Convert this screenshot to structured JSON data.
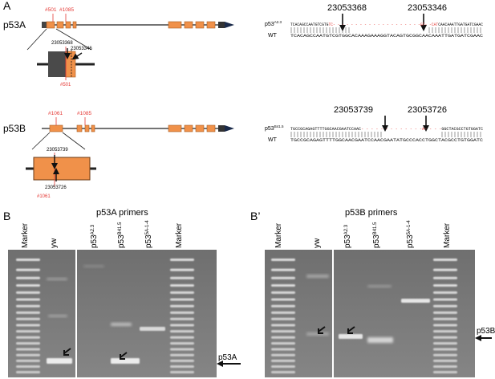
{
  "panel_labels": {
    "A": "A",
    "B": "B",
    "B_prime": "B’"
  },
  "colors": {
    "exon": "#f0914a",
    "accent_red": "#e53935",
    "gel_bg": "#7c7c7c",
    "band": "#f2f2f2",
    "intron": "#222222"
  },
  "gene_p53A": {
    "label": "p53A",
    "guides": [
      "#501",
      "#1085"
    ],
    "zoom_coords": [
      "23053368",
      "23053346"
    ],
    "zoom_guide": "#501"
  },
  "gene_p53B": {
    "label": "p53B",
    "guides": [
      "#1061",
      "#1085"
    ],
    "zoom_coords": [
      "23053739",
      "23053726"
    ],
    "zoom_guide": "#1061"
  },
  "align_A": {
    "coord_left": "23053368",
    "coord_right": "23053346",
    "mut_prefix": "p53",
    "mut_sup": "A2.3",
    "mut_seq_1": "TCACAGCCAATGTCGTG",
    "mut_red_1": "TC",
    "mut_dash_1": "- - - - - - - - - - - - - - - - - - - -",
    "mut_red_2": "GT",
    "mut_dash_2": "- -",
    "mut_red_3": "CAT",
    "mut_seq_2": "CAACAAATTGATGATCGAAC",
    "wt_label": "WT",
    "wt_seq": "TCACAGCCAATGTCGTGGCACAAAGAAAGGTACAGTGCGGCAACAAATTGATGATCGAAC"
  },
  "align_B": {
    "coord_left": "23053739",
    "coord_right": "23053726",
    "mut_prefix": "p53",
    "mut_sup": "B41.5",
    "mut_seq_1": "TGCCGCAGAGTTTTGGCAACGAATCCAAC",
    "mut_dash_1": "- - - - - - - - - - - - -",
    "mut_red_1": "A",
    "mut_dash_2": "- - - -",
    "mut_seq_2": "GGCTACGCCTGTGGATC",
    "wt_label": "WT",
    "wt_seq": "TGCCGCAGAGTTTTGGCAACGAATCCAACGAATATGCCCACCTGGCTACGCCTGTGGATC"
  },
  "gel_A": {
    "title": "p53A primers",
    "lanes": [
      {
        "label": "Marker"
      },
      {
        "label": "yw"
      },
      {
        "prefix": "p53",
        "sup": "A2.3"
      },
      {
        "prefix": "p53",
        "sup": "B41.5"
      },
      {
        "prefix": "p53",
        "sup": "5A-1-4"
      },
      {
        "label": "Marker"
      }
    ],
    "arrow_label": "p53A"
  },
  "gel_B": {
    "title": "p53B primers",
    "lanes": [
      {
        "label": "Marker"
      },
      {
        "label": "yw"
      },
      {
        "prefix": "p53",
        "sup": "A2.3"
      },
      {
        "prefix": "p53",
        "sup": "B41.5"
      },
      {
        "prefix": "p53",
        "sup": "5A-1-4"
      },
      {
        "label": "Marker"
      }
    ],
    "arrow_label": "p53B"
  }
}
